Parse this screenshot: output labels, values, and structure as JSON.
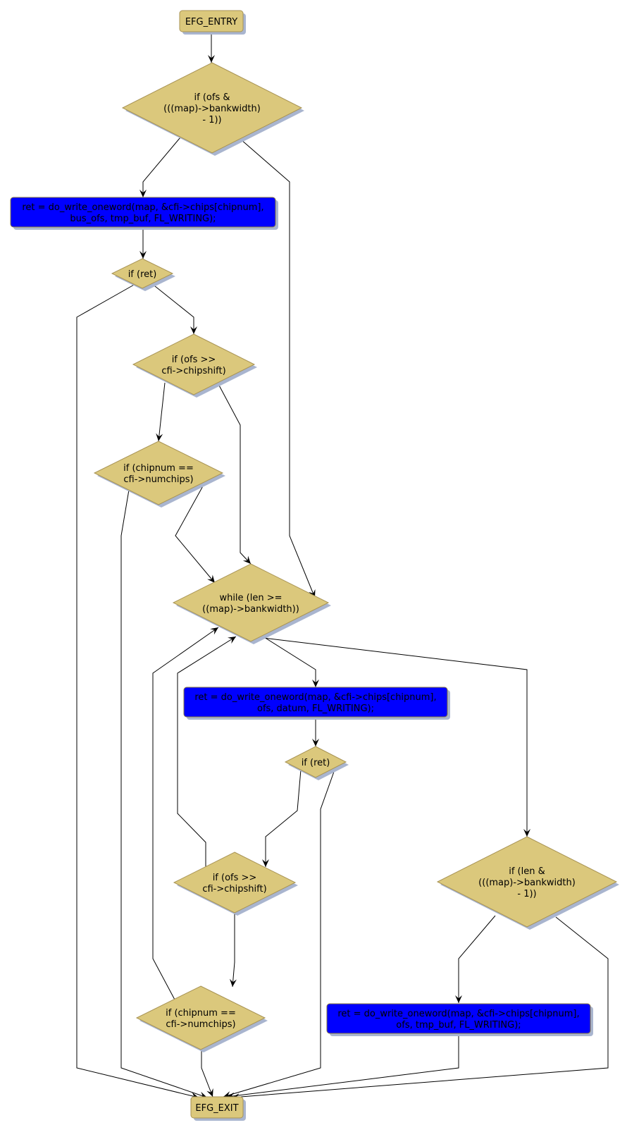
{
  "diagram": {
    "type": "control-flow-graph",
    "colors": {
      "condition_fill": "#dbc87c",
      "statement_fill": "#0000ff",
      "terminal_fill": "#dbc87c",
      "edge": "#000000",
      "shadow": "#a9b5cf"
    },
    "nodes": [
      {
        "id": "entry",
        "kind": "terminal",
        "lines": [
          "EFG_ENTRY"
        ]
      },
      {
        "id": "c_ofs_bank",
        "kind": "condition",
        "lines": [
          "if (ofs &",
          "(((map)->bankwidth)",
          "- 1))"
        ]
      },
      {
        "id": "s_write_bus",
        "kind": "statement",
        "lines": [
          "ret = do_write_oneword(map, &cfi->chips[chipnum],",
          "bus_ofs, tmp_buf, FL_WRITING);"
        ]
      },
      {
        "id": "c_ret1",
        "kind": "condition",
        "lines": [
          "if (ret)"
        ]
      },
      {
        "id": "c_shift1",
        "kind": "condition",
        "lines": [
          "if (ofs >>",
          "cfi->chipshift)"
        ]
      },
      {
        "id": "c_numchips1",
        "kind": "condition",
        "lines": [
          "if (chipnum ==",
          "cfi->numchips)"
        ]
      },
      {
        "id": "c_while",
        "kind": "condition",
        "lines": [
          "while (len >=",
          "((map)->bankwidth))"
        ]
      },
      {
        "id": "s_write_datum",
        "kind": "statement",
        "lines": [
          "ret = do_write_oneword(map, &cfi->chips[chipnum],",
          "ofs, datum, FL_WRITING);"
        ]
      },
      {
        "id": "c_ret2",
        "kind": "condition",
        "lines": [
          "if (ret)"
        ]
      },
      {
        "id": "c_shift2",
        "kind": "condition",
        "lines": [
          "if (ofs >>",
          "cfi->chipshift)"
        ]
      },
      {
        "id": "c_numchips2",
        "kind": "condition",
        "lines": [
          "if (chipnum ==",
          "cfi->numchips)"
        ]
      },
      {
        "id": "c_len_bank",
        "kind": "condition",
        "lines": [
          "if (len &",
          "(((map)->bankwidth)",
          "- 1))"
        ]
      },
      {
        "id": "s_write_tmp",
        "kind": "statement",
        "lines": [
          "ret = do_write_oneword(map, &cfi->chips[chipnum],",
          "ofs, tmp_buf, FL_WRITING);"
        ]
      },
      {
        "id": "exit",
        "kind": "terminal",
        "lines": [
          "EFG_EXIT"
        ]
      }
    ],
    "edges": [
      {
        "from": "entry",
        "to": "c_ofs_bank"
      },
      {
        "from": "c_ofs_bank",
        "to": "s_write_bus"
      },
      {
        "from": "c_ofs_bank",
        "to": "c_while"
      },
      {
        "from": "s_write_bus",
        "to": "c_ret1"
      },
      {
        "from": "c_ret1",
        "to": "exit"
      },
      {
        "from": "c_ret1",
        "to": "c_shift1"
      },
      {
        "from": "c_shift1",
        "to": "c_numchips1"
      },
      {
        "from": "c_shift1",
        "to": "c_while"
      },
      {
        "from": "c_numchips1",
        "to": "exit"
      },
      {
        "from": "c_numchips1",
        "to": "c_while"
      },
      {
        "from": "c_while",
        "to": "s_write_datum"
      },
      {
        "from": "c_while",
        "to": "c_len_bank"
      },
      {
        "from": "s_write_datum",
        "to": "c_ret2"
      },
      {
        "from": "c_ret2",
        "to": "c_shift2"
      },
      {
        "from": "c_ret2",
        "to": "exit"
      },
      {
        "from": "c_shift2",
        "to": "c_while"
      },
      {
        "from": "c_shift2",
        "to": "c_numchips2"
      },
      {
        "from": "c_numchips2",
        "to": "c_while"
      },
      {
        "from": "c_numchips2",
        "to": "exit"
      },
      {
        "from": "c_len_bank",
        "to": "s_write_tmp"
      },
      {
        "from": "c_len_bank",
        "to": "exit"
      },
      {
        "from": "s_write_tmp",
        "to": "exit"
      }
    ]
  }
}
